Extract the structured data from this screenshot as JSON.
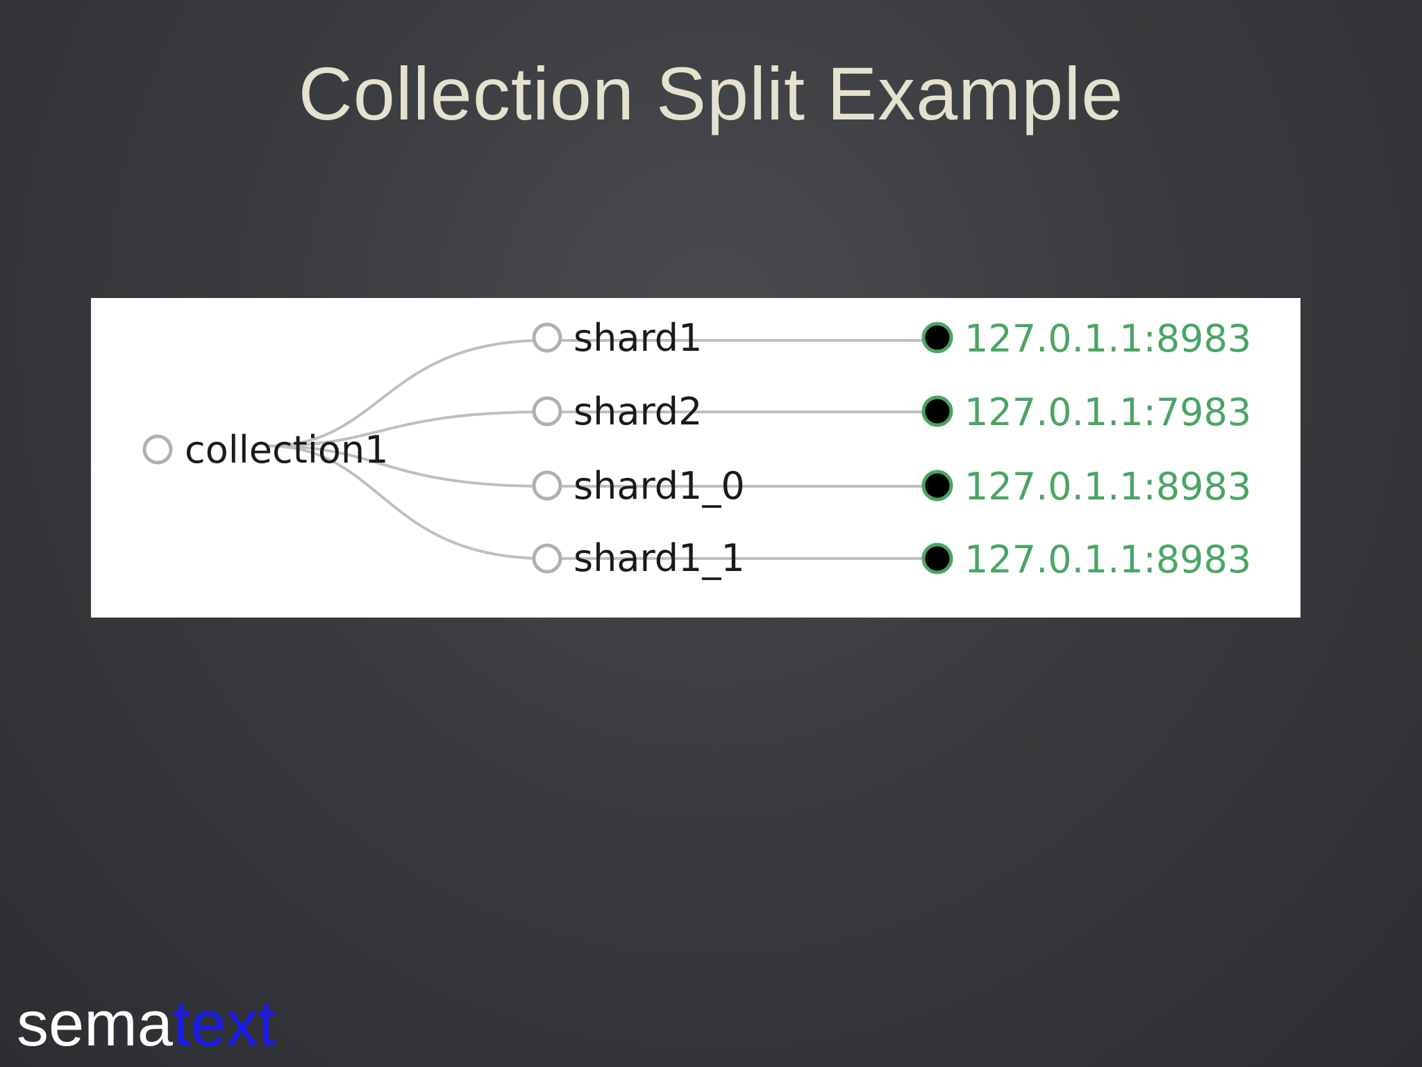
{
  "slide": {
    "title": "Collection Split Example"
  },
  "diagram": {
    "root": {
      "label": "collection1"
    },
    "shards": [
      {
        "label": "shard1",
        "replica": "127.0.1.1:8983"
      },
      {
        "label": "shard2",
        "replica": "127.0.1.1:7983"
      },
      {
        "label": "shard1_0",
        "replica": "127.0.1.1:8983"
      },
      {
        "label": "shard1_1",
        "replica": "127.0.1.1:8983"
      }
    ],
    "colors": {
      "edge": "#bfbfbf",
      "hollow_node_stroke": "#b0b0b0",
      "active_node_fill": "#000000",
      "active_node_ring": "#4aa564",
      "replica_text": "#4aa564"
    }
  },
  "logo": {
    "part_a": "sema",
    "part_b": "text"
  }
}
